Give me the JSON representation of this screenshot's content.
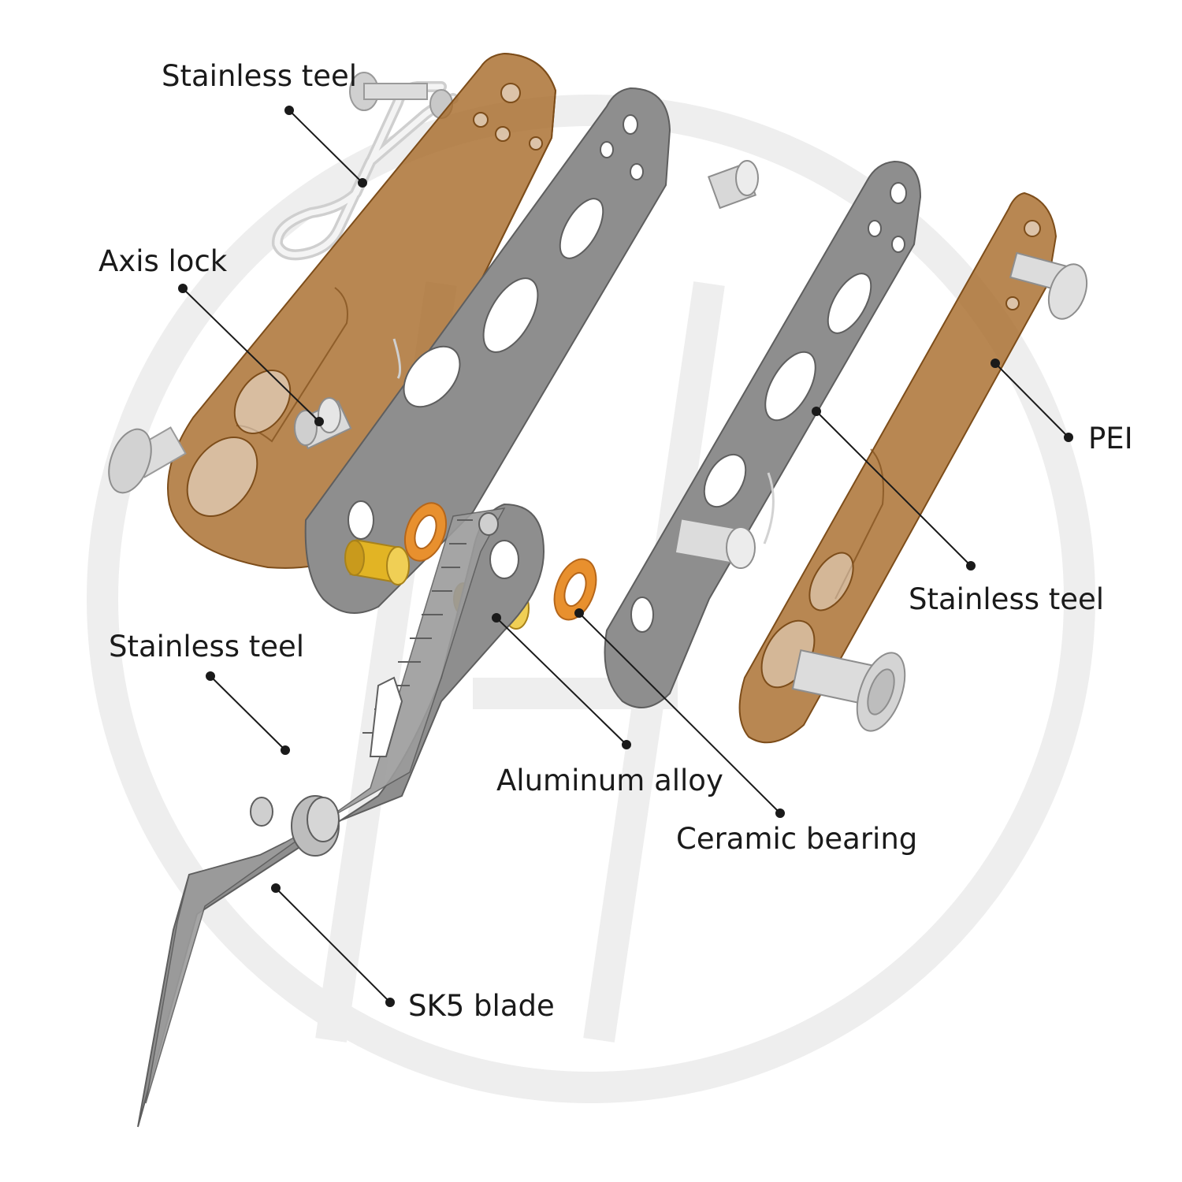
{
  "labels": {
    "clip": "Stainless teel",
    "axis_lock": "Axis lock",
    "blade_tang": "Stainless teel",
    "blade": "SK5 blade",
    "pivot": "Aluminum alloy",
    "bearing": "Ceramic bearing",
    "liner": "Stainless teel",
    "handle": "PEI"
  },
  "colors": {
    "pei": "#a86c2c",
    "steel": "#8e8e8e",
    "steel_dark": "#6a6a6a",
    "aluminum": "#e2b424",
    "bearing": "#e8902e",
    "hardware": "#d7d7d7",
    "leader": "#1a1a1a",
    "watermark": "#ececec"
  }
}
